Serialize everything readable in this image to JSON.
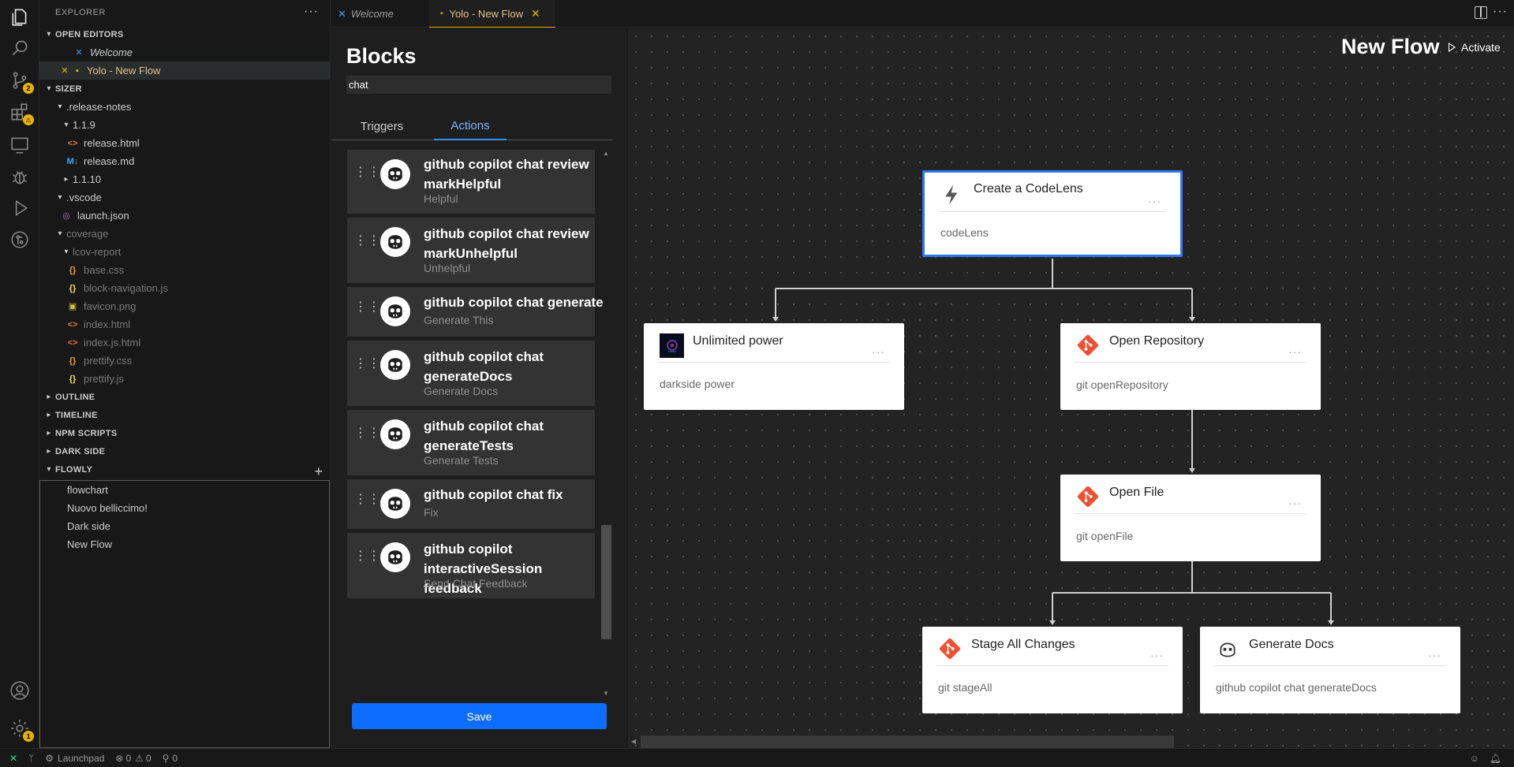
{
  "sidebar": {
    "title": "EXPLORER",
    "open_editors": {
      "header": "OPEN EDITORS",
      "items": [
        "Welcome",
        "Yolo - New Flow"
      ]
    },
    "project": {
      "header": "SIZER",
      "tree": [
        {
          "name": ".release-notes"
        },
        {
          "name": "1.1.9"
        },
        {
          "name": "release.html"
        },
        {
          "name": "release.md"
        },
        {
          "name": "1.1.10"
        },
        {
          "name": ".vscode"
        },
        {
          "name": "launch.json"
        },
        {
          "name": "coverage"
        },
        {
          "name": "lcov-report"
        },
        {
          "name": "base.css"
        },
        {
          "name": "block-navigation.js"
        },
        {
          "name": "favicon.png"
        },
        {
          "name": "index.html"
        },
        {
          "name": "index.js.html"
        },
        {
          "name": "prettify.css"
        },
        {
          "name": "prettify.js"
        }
      ]
    },
    "sections": [
      "OUTLINE",
      "TIMELINE",
      "NPM SCRIPTS",
      "DARK SIDE",
      "FLOWLY"
    ],
    "flowly_items": [
      "flowchart",
      "Nuovo belliccimo!",
      "Dark side",
      "New Flow"
    ]
  },
  "activity_badges": {
    "scm": "2",
    "settings": "1"
  },
  "tabs": [
    {
      "label": "Welcome"
    },
    {
      "label": "Yolo - New Flow"
    }
  ],
  "blocks": {
    "title": "Blocks",
    "search_value": "chat",
    "tabs": [
      "Triggers",
      "Actions"
    ],
    "cards": [
      {
        "title": "github copilot chat review markHelpful",
        "subtitle": "Helpful"
      },
      {
        "title": "github copilot chat review markUnhelpful",
        "subtitle": "Unhelpful"
      },
      {
        "title": "github copilot chat generate",
        "subtitle": "Generate This"
      },
      {
        "title": "github copilot chat generateDocs",
        "subtitle": "Generate Docs"
      },
      {
        "title": "github copilot chat generateTests",
        "subtitle": "Generate Tests"
      },
      {
        "title": "github copilot chat fix",
        "subtitle": "Fix"
      },
      {
        "title": "github copilot interactiveSession feedback",
        "subtitle": "Send Chat Feedback"
      }
    ],
    "save_label": "Save"
  },
  "flow": {
    "title": "New Flow",
    "activate_label": "Activate",
    "nodes": [
      {
        "id": "codelens",
        "title": "Create a CodeLens",
        "subtitle": "codeLens",
        "icon": "lightning-icon"
      },
      {
        "id": "power",
        "title": "Unlimited power",
        "subtitle": "darkside power",
        "icon": "darkside-thumbnail"
      },
      {
        "id": "openrepo",
        "title": "Open Repository",
        "subtitle": "git openRepository",
        "icon": "git-icon"
      },
      {
        "id": "openfile",
        "title": "Open File",
        "subtitle": "git openFile",
        "icon": "git-icon"
      },
      {
        "id": "stage",
        "title": "Stage All Changes",
        "subtitle": "git stageAll",
        "icon": "git-icon"
      },
      {
        "id": "docs",
        "title": "Generate Docs",
        "subtitle": "github copilot chat generateDocs",
        "icon": "copilot-icon"
      }
    ]
  },
  "status": {
    "launchpad": "Launchpad",
    "errors": "0",
    "warnings": "0",
    "ports": "0"
  },
  "colors": {
    "accent": "#0d6efd",
    "git": "#f05133",
    "tab_active": "#e2c08d"
  }
}
